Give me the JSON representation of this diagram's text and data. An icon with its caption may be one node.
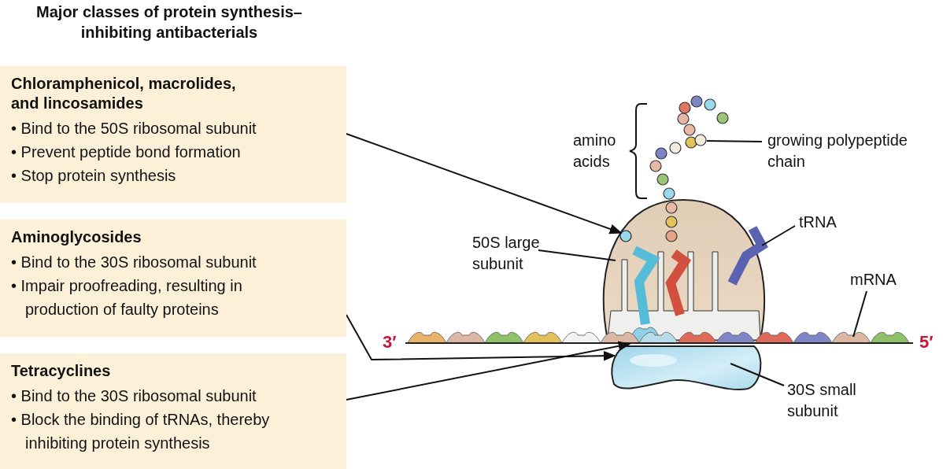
{
  "diagram": {
    "title": "Major classes of protein synthesis–inhibiting antibacterials",
    "nodes": [
      {
        "text": [
          "Chloramphenicol, macrolides, and lincosamides",
          "• Bind to the 50S ribosomal subunit",
          "• Prevent peptide bond formation",
          "• Stop protein synthesis"
        ]
      },
      {
        "text": [
          "Aminoglycosides",
          "• Bind to the 30S ribosomal subunit",
          "• Impair proofreading, resulting in production of faulty proteins"
        ]
      },
      {
        "text": [
          "Tetracyclines",
          "• Bind to the 30S ribosomal subunit",
          "• Block the binding of tRNAs, thereby inhibiting protein synthesis"
        ]
      },
      {
        "text": [
          "growing polypeptide chain"
        ]
      },
      {
        "text": [],
        "shape": "picture"
      },
      {
        "text": [
          "50S large subunit"
        ]
      },
      {
        "text": [],
        "shape": "picture"
      },
      {
        "text": [
          "tRNA"
        ]
      },
      {
        "text": [],
        "shape": "picture"
      },
      {
        "text": [
          "mRNA"
        ]
      },
      {
        "text": [],
        "shape": "picture"
      },
      {
        "text": [
          "30S small subunit"
        ]
      },
      {
        "text": [],
        "shape": "picture"
      },
      {
        "text": [],
        "shape": "picture",
        "in": 6
      }
    ],
    "edges": [
      {
        "from": 0,
        "to": 13,
        "arrow": "to"
      },
      {
        "from": 1,
        "to": 12,
        "arrow": "to"
      },
      {
        "from": 2,
        "to": 13,
        "arrow": "to"
      },
      {
        "from": 3,
        "to": 4,
        "arrow": "none"
      },
      {
        "from": 5,
        "to": 6,
        "arrow": "none"
      },
      {
        "from": 7,
        "to": 8,
        "arrow": "none"
      },
      {
        "from": 9,
        "to": 10,
        "arrow": "none"
      },
      {
        "from": 11,
        "to": 12,
        "arrow": "none"
      }
    ],
    "labels": [
      "amino acids",
      "3′",
      "5′"
    ]
  }
}
